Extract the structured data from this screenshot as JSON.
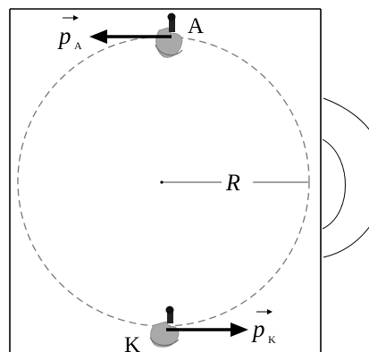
{
  "diagram": {
    "point_top_label": "A",
    "point_bottom_label": "K",
    "momentum_top_symbol": "p",
    "momentum_top_subscript": "A",
    "momentum_bottom_symbol": "p",
    "momentum_bottom_subscript": "K",
    "radius_label": "R"
  }
}
